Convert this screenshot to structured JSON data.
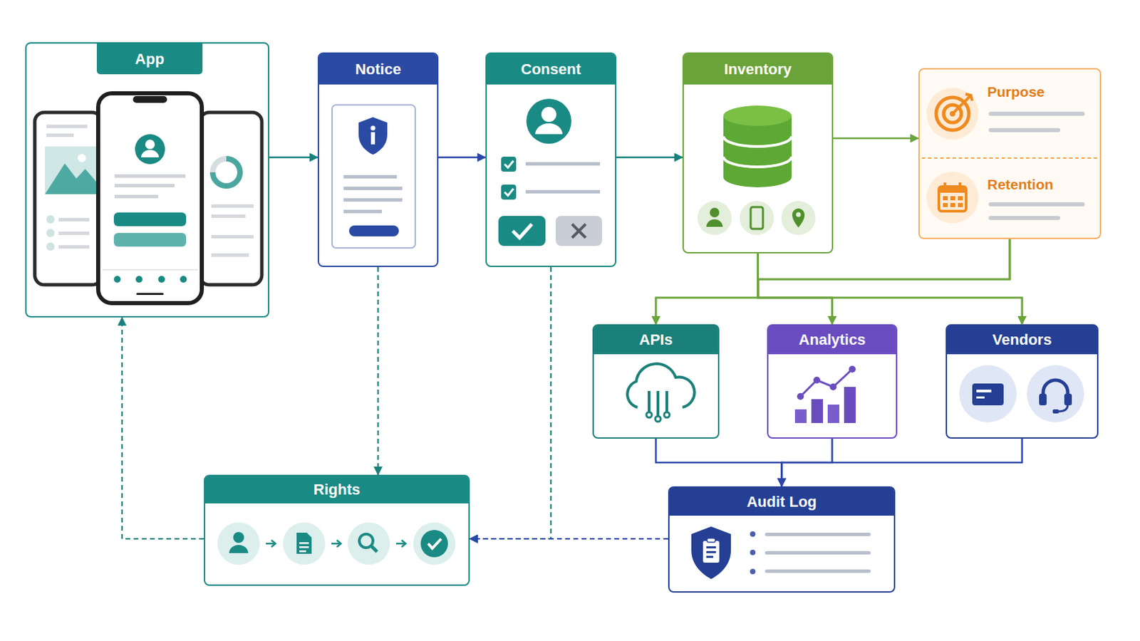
{
  "diagram": {
    "nodes": [
      {
        "text": [
          "App"
        ]
      },
      {
        "text": [
          "Notice"
        ]
      },
      {
        "text": [
          "Consent"
        ]
      },
      {
        "text": [
          "Inventory"
        ]
      },
      {
        "text": [
          "Purpose",
          "Retention"
        ]
      },
      {
        "text": [
          "APIs"
        ]
      },
      {
        "text": [
          "Analytics"
        ]
      },
      {
        "text": [
          "Vendors"
        ]
      },
      {
        "text": [
          "Rights"
        ]
      },
      {
        "text": [
          "Audit Log"
        ]
      }
    ],
    "edges": [
      {
        "from": 0,
        "to": 1,
        "arrow": "to"
      },
      {
        "from": 1,
        "to": 2,
        "arrow": "to"
      },
      {
        "from": 2,
        "to": 3,
        "arrow": "to"
      },
      {
        "from": 3,
        "to": 4,
        "arrow": "to"
      },
      {
        "from": 3,
        "to": 5,
        "arrow": "to"
      },
      {
        "from": 3,
        "to": 6,
        "arrow": "to"
      },
      {
        "from": 3,
        "to": 7,
        "arrow": "to"
      },
      {
        "from": 4,
        "to": 5,
        "arrow": "to"
      },
      {
        "from": 4,
        "to": 6,
        "arrow": "to"
      },
      {
        "from": 4,
        "to": 7,
        "arrow": "to"
      },
      {
        "from": 5,
        "to": 9,
        "arrow": "to"
      },
      {
        "from": 6,
        "to": 9,
        "arrow": "to"
      },
      {
        "from": 7,
        "to": 9,
        "arrow": "to"
      },
      {
        "from": 1,
        "to": 8,
        "arrow": "to"
      },
      {
        "from": 2,
        "to": 8,
        "arrow": "to"
      },
      {
        "from": 9,
        "to": 8,
        "arrow": "to"
      },
      {
        "from": 8,
        "to": 0,
        "arrow": "to"
      }
    ]
  }
}
